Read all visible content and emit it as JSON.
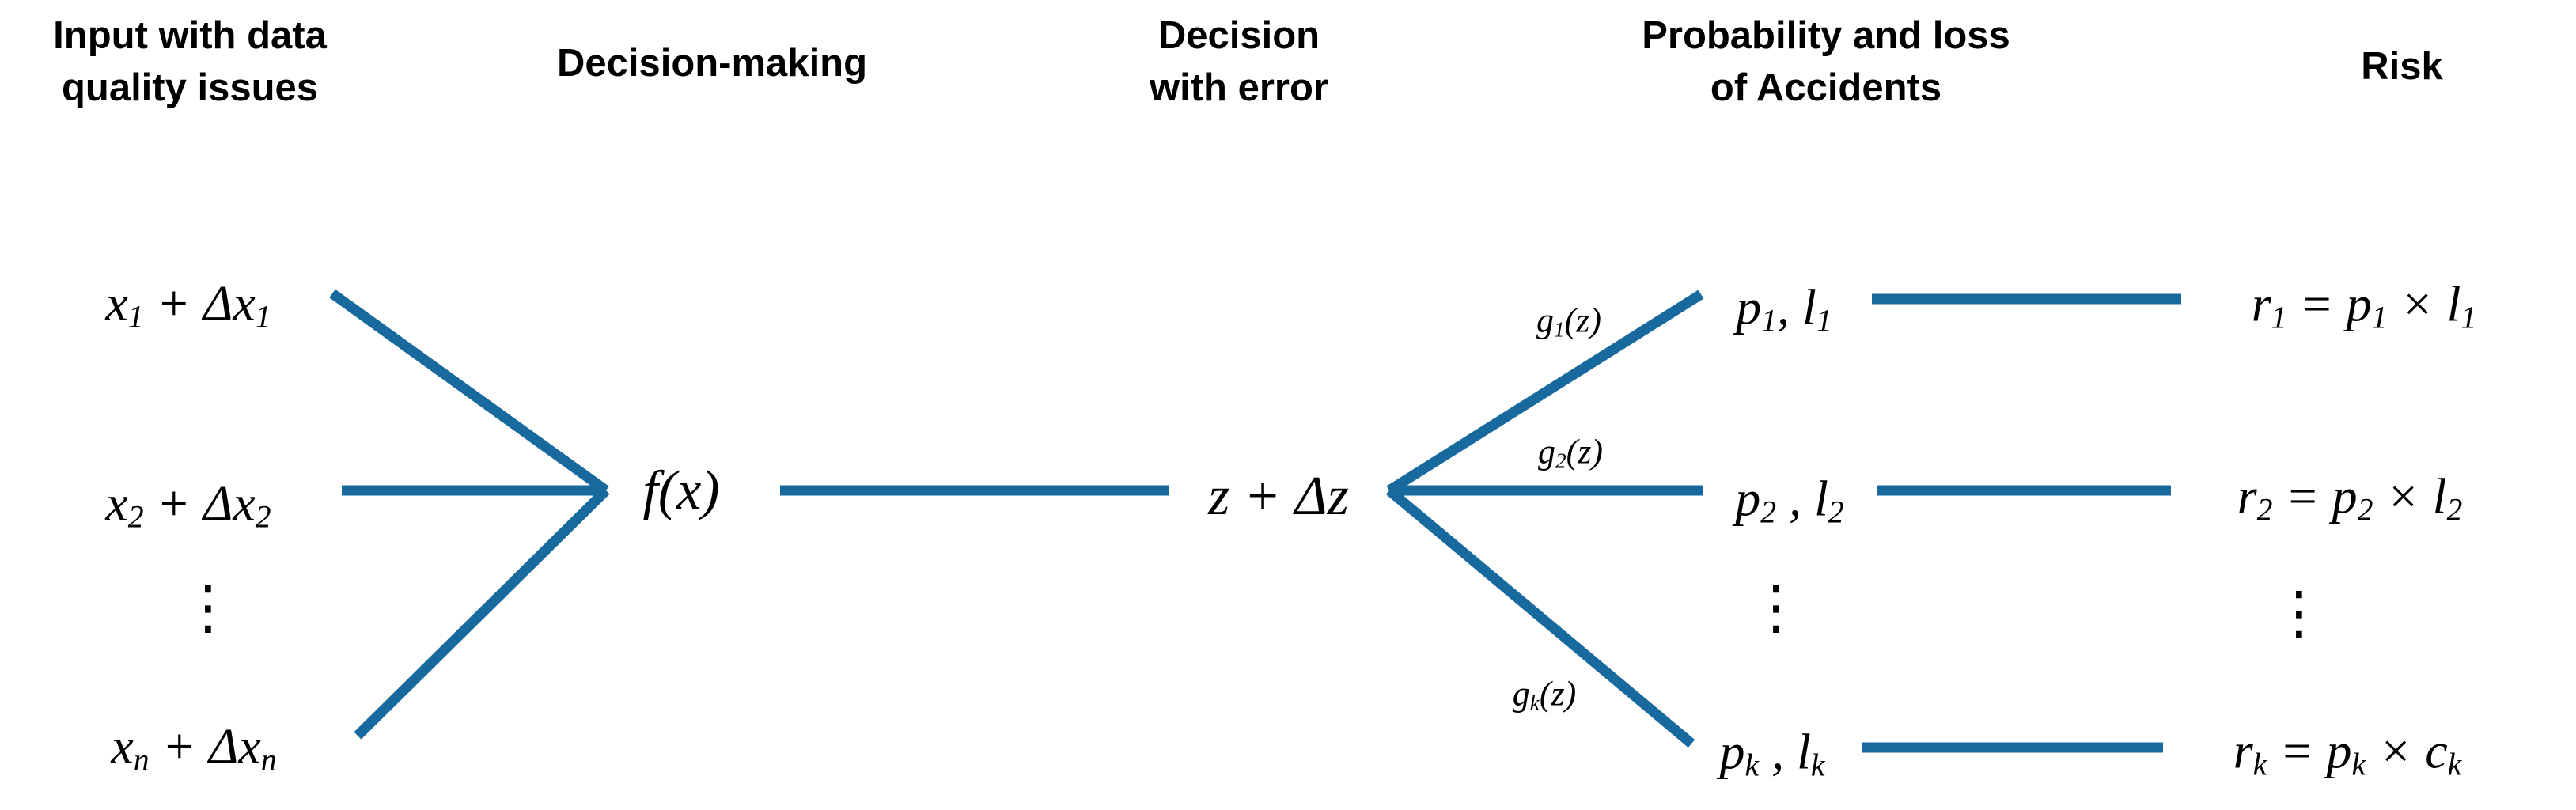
{
  "colors": {
    "line": "#17699E",
    "text": "#000000",
    "background": "#FFFFFF"
  },
  "headers": {
    "input": {
      "line1": "Input with data",
      "line2": "quality issues"
    },
    "decision_making": {
      "line1": "Decision-making"
    },
    "decision_error": {
      "line1": "Decision",
      "line2": "with error"
    },
    "prob_loss": {
      "line1": "Probability and loss",
      "line2": "of Accidents"
    },
    "risk": {
      "line1": "Risk"
    }
  },
  "math": {
    "x1": [
      {
        "t": "x"
      },
      {
        "sub": "1"
      },
      {
        "t": " + Δx"
      },
      {
        "sub": "1"
      }
    ],
    "x2": [
      {
        "t": "x"
      },
      {
        "sub": "2"
      },
      {
        "t": " + Δx"
      },
      {
        "sub": "2"
      }
    ],
    "xn": [
      {
        "t": "x"
      },
      {
        "sub": "n"
      },
      {
        "t": " + Δx"
      },
      {
        "sub": "n"
      }
    ],
    "fx": [
      {
        "t": "f(x)"
      }
    ],
    "zdz": [
      {
        "t": "z + Δz"
      }
    ],
    "g1": [
      {
        "t": "g"
      },
      {
        "sub": "1"
      },
      {
        "t": "(z)"
      }
    ],
    "g2": [
      {
        "t": "g"
      },
      {
        "sub": "2"
      },
      {
        "t": "(z)"
      }
    ],
    "gk": [
      {
        "t": "g"
      },
      {
        "sub": "k"
      },
      {
        "t": "(z)"
      }
    ],
    "p1l1": [
      {
        "t": "p"
      },
      {
        "sub": "1"
      },
      {
        "t": ", l"
      },
      {
        "sub": "1"
      }
    ],
    "p2l2": [
      {
        "t": "p"
      },
      {
        "sub": "2"
      },
      {
        "t": " , l"
      },
      {
        "sub": "2"
      }
    ],
    "pklk": [
      {
        "t": "p"
      },
      {
        "sub": "k"
      },
      {
        "t": " , l"
      },
      {
        "sub": "k"
      }
    ],
    "r1": [
      {
        "t": "r"
      },
      {
        "sub": "1"
      },
      {
        "t": " = p"
      },
      {
        "sub": "1"
      },
      {
        "t": " × l"
      },
      {
        "sub": "1"
      }
    ],
    "r2": [
      {
        "t": "r"
      },
      {
        "sub": "2"
      },
      {
        "t": " = p"
      },
      {
        "sub": "2"
      },
      {
        "t": " × l"
      },
      {
        "sub": "2"
      }
    ],
    "rk": [
      {
        "t": "r"
      },
      {
        "sub": "k"
      },
      {
        "t": " = p"
      },
      {
        "sub": "k"
      },
      {
        "t": " × c"
      },
      {
        "sub": "k"
      }
    ]
  },
  "ellipsis": "⋮"
}
